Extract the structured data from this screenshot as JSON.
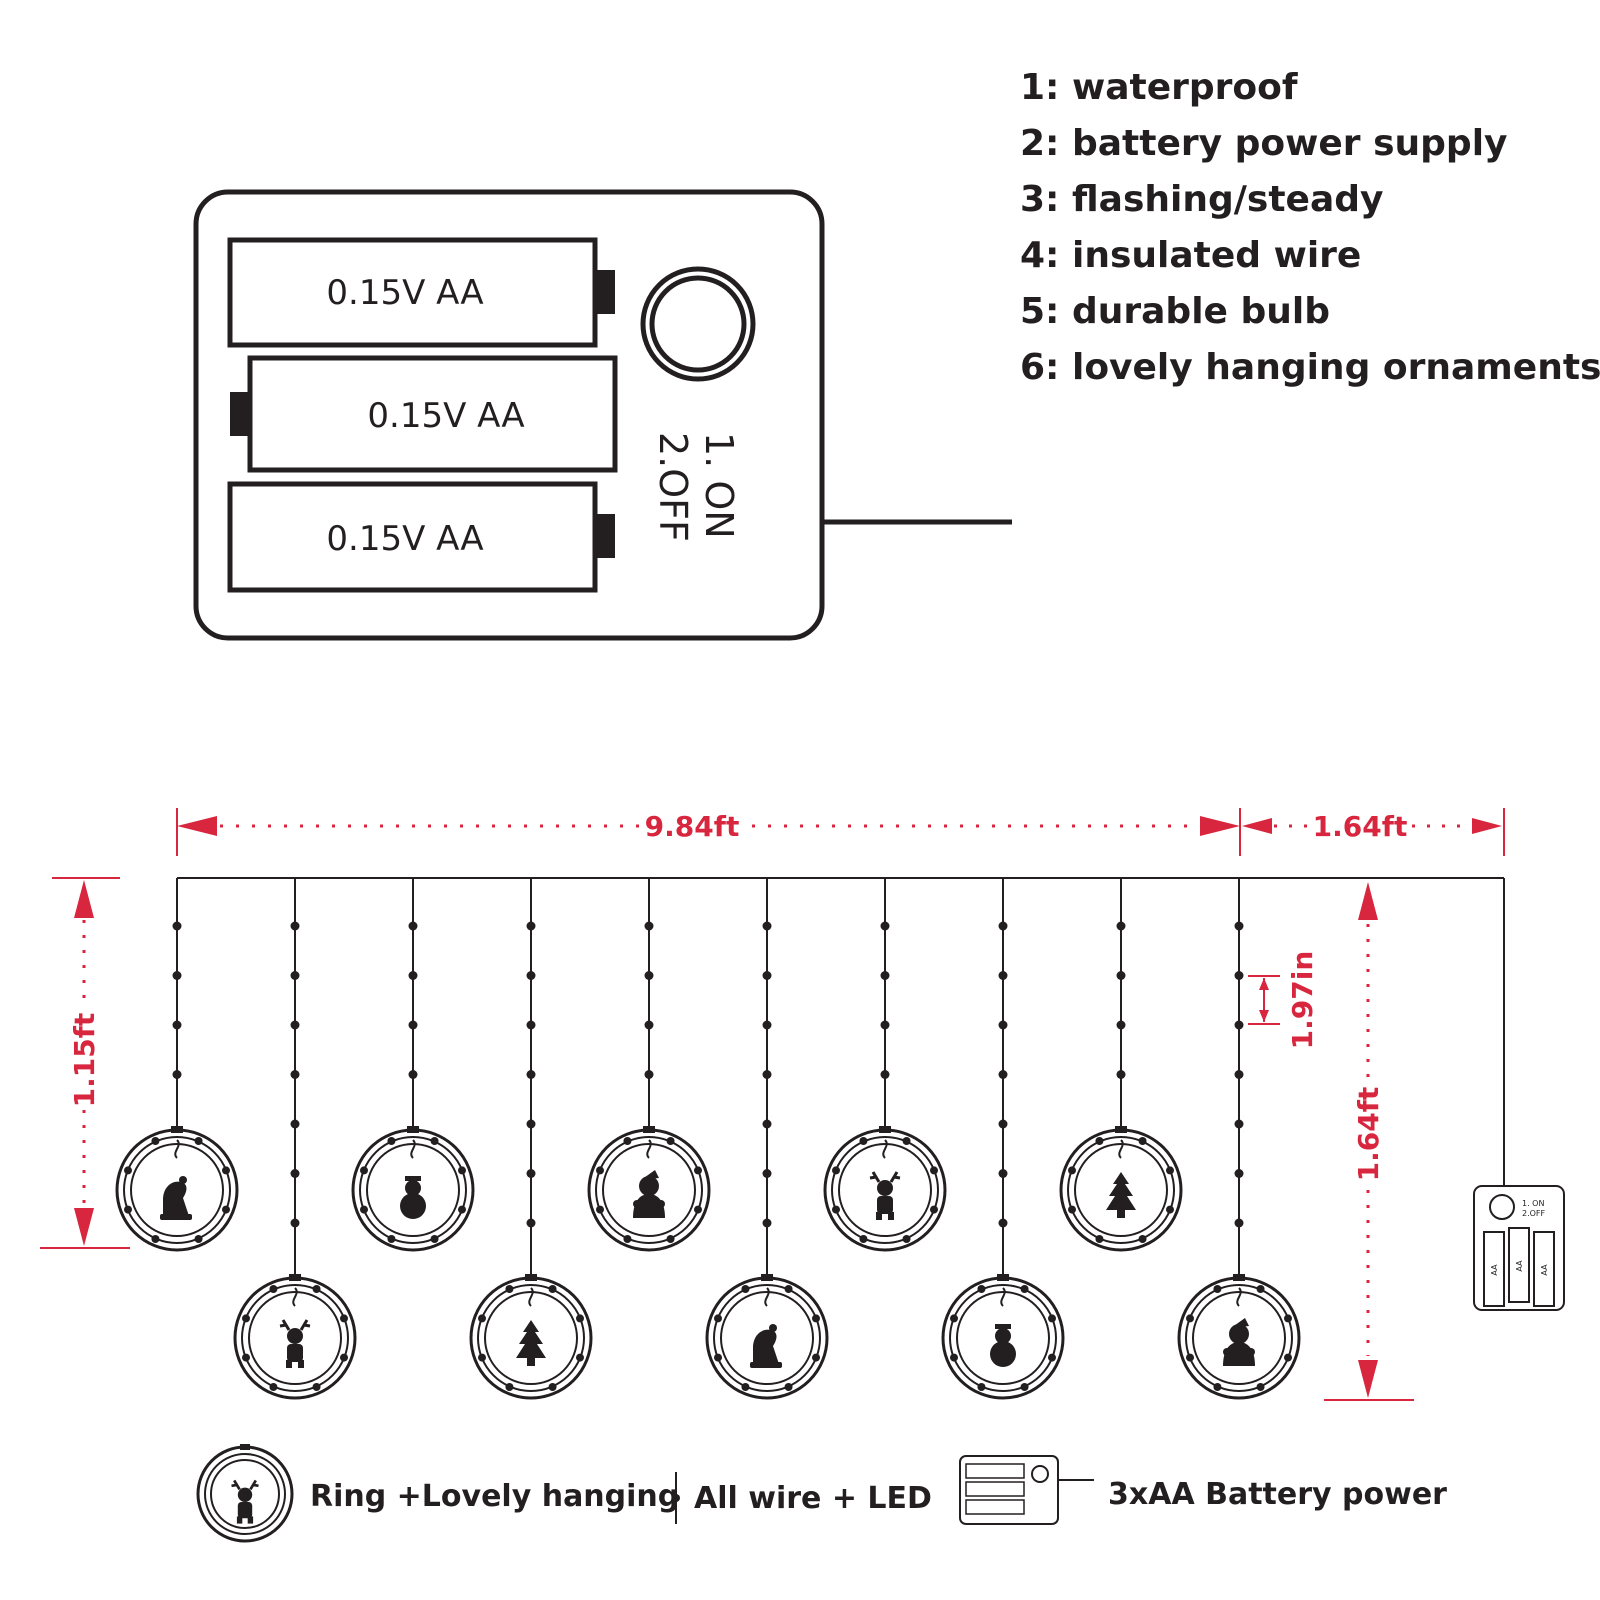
{
  "features": [
    "1: waterproof",
    "2: battery power supply",
    "3: flashing/steady",
    "4: insulated wire",
    "5: durable bulb",
    "6: lovely hanging ornaments."
  ],
  "battery_box": {
    "cells": [
      "0.15V AA",
      "0.15V AA",
      "0.15V AA"
    ],
    "switch_label_1": "1. ON",
    "switch_label_2": "2.OFF"
  },
  "dimensions": {
    "total_width": "9.84ft",
    "lead_wire": "1.64ft",
    "short_drop": "1.15ft",
    "long_drop": "1.64ft",
    "bulb_spacing": "1.97in"
  },
  "ornaments_row1": [
    "santa-hat-icon",
    "snowman-icon",
    "santa-icon",
    "reindeer-icon",
    "christmas-tree-icon"
  ],
  "ornaments_row2": [
    "reindeer-icon",
    "christmas-tree-icon",
    "santa-hat-icon",
    "snowman-icon",
    "santa-icon"
  ],
  "small_box": {
    "switch_label_1": "1. ON",
    "switch_label_2": "2.OFF",
    "cells": [
      "AA",
      "AA",
      "AA"
    ]
  },
  "legend": {
    "ring": "Ring +Lovely hanging",
    "wire": "All wire + LED",
    "battery": "3xAA Battery power"
  },
  "colors": {
    "dimension": "#d7263d",
    "line": "#231f20"
  }
}
